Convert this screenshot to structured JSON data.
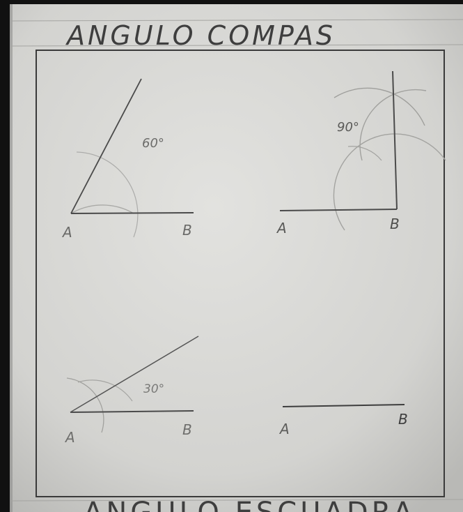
{
  "page": {
    "title": "ANGULO COMPAS",
    "bottom_title": "ANGULO ESCUADRA"
  },
  "figures": [
    {
      "angle": "60°",
      "start": "A",
      "end": "B"
    },
    {
      "angle": "90°",
      "start": "A",
      "end": "B"
    },
    {
      "angle": "30°",
      "start": "A",
      "end": "B"
    },
    {
      "angle": "",
      "start": "A",
      "end": "B"
    }
  ],
  "colors": {
    "paper": "#d6d6d4",
    "pencil": "#4a4a4a",
    "faint_pencil": "#9a9a98",
    "frame": "#3a3a3a"
  }
}
